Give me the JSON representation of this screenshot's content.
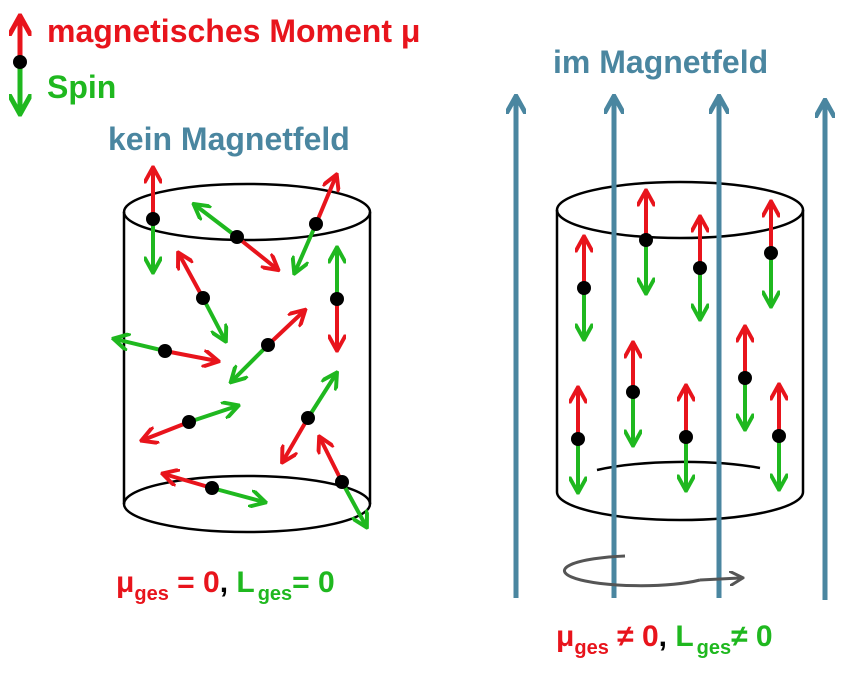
{
  "legend": {
    "moment_label": "magnetisches Moment μ",
    "spin_label": "Spin"
  },
  "left_panel": {
    "title": "kein Magnetfeld",
    "formula": {
      "mu": "μ",
      "mu_sub": "ges",
      "mu_rest": " = 0",
      "comma": ", ",
      "l": "L",
      "l_sub": "ges",
      "l_rest": "= 0"
    }
  },
  "right_panel": {
    "title": "im Magnetfeld",
    "formula": {
      "mu": "μ",
      "mu_sub": "ges",
      "mu_rest": " ≠ 0",
      "comma": ", ",
      "l": "L",
      "l_sub": "ges",
      "l_rest": "≠ 0"
    }
  },
  "colors": {
    "moment": "#e8141c",
    "spin": "#1fb81f",
    "field": "#4a86a0",
    "outline": "#000000",
    "rotation": "#555555"
  }
}
